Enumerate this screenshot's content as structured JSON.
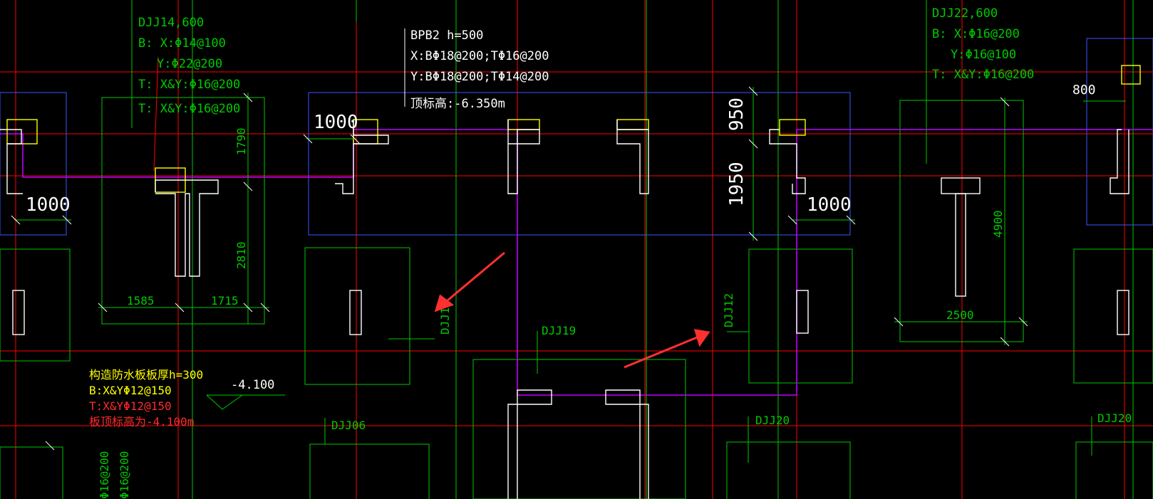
{
  "colors": {
    "background": "#000000",
    "axis": "#ff0000",
    "foundation": "#00c800",
    "slab": "#3a56ff",
    "wall": "#ffffff",
    "beam": "#c000ff",
    "column": "#ffff00",
    "arrow": "#ff3030",
    "note_yellow": "#ffff00",
    "note_red": "#ff2a2a"
  },
  "notes": {
    "djj14": {
      "l1": "DJJ14,600",
      "l2": "B: X:Φ14@100",
      "l3": "Y:Φ22@200",
      "l4": "T: X&Y:Φ16@200",
      "l5": "T: X&Y:Φ16@200"
    },
    "bpb2": {
      "l1": "BPB2 h=500",
      "l2": "X:BΦ18@200;TΦ16@200",
      "l3": "Y:BΦ18@200;TΦ14@200",
      "l4": "顶标高:-6.350m"
    },
    "djj22": {
      "l1": "DJJ22,600",
      "l2": "B: X:Φ16@200",
      "l3": "Y:Φ16@100",
      "l4": "T: X&Y:Φ16@200"
    },
    "waterproof": {
      "l1": "构造防水板板厚h=300",
      "l2": "B:X&YΦ12@150",
      "l3": "T:X&YΦ12@150",
      "l4": "板顶标高为-4.100m"
    },
    "elevation": "-4.100"
  },
  "labels": {
    "djj_left": "DJJ1",
    "djj19": "DJJ19",
    "djj12": "DJJ12",
    "djj06": "DJJ06",
    "djj20_mid": "DJJ20",
    "djj20_right": "DJJ20",
    "left_bottom_1": "Φ16@200",
    "left_bottom_2": "Φ16@200"
  },
  "dimensions": {
    "d1000_left": "1000",
    "d1000_top": "1000",
    "d1000_right": "1000",
    "d1790": "1790",
    "d2810": "2810",
    "d1585": "1585",
    "d1715": "1715",
    "d950": "950",
    "d1950": "1950",
    "d4900": "4900",
    "d2500": "2500",
    "d800": "800"
  }
}
